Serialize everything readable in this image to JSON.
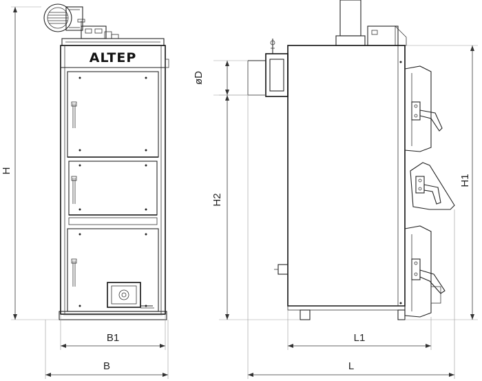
{
  "brand": {
    "name": "ALTEP"
  },
  "dimensions": {
    "H": "H",
    "H1": "H1",
    "H2": "H2",
    "D": "øD",
    "B": "B",
    "B1": "B1",
    "L": "L",
    "L1": "L1"
  },
  "icons": [
    "fan-icon",
    "control-panel-icon",
    "door-handle-icon"
  ]
}
